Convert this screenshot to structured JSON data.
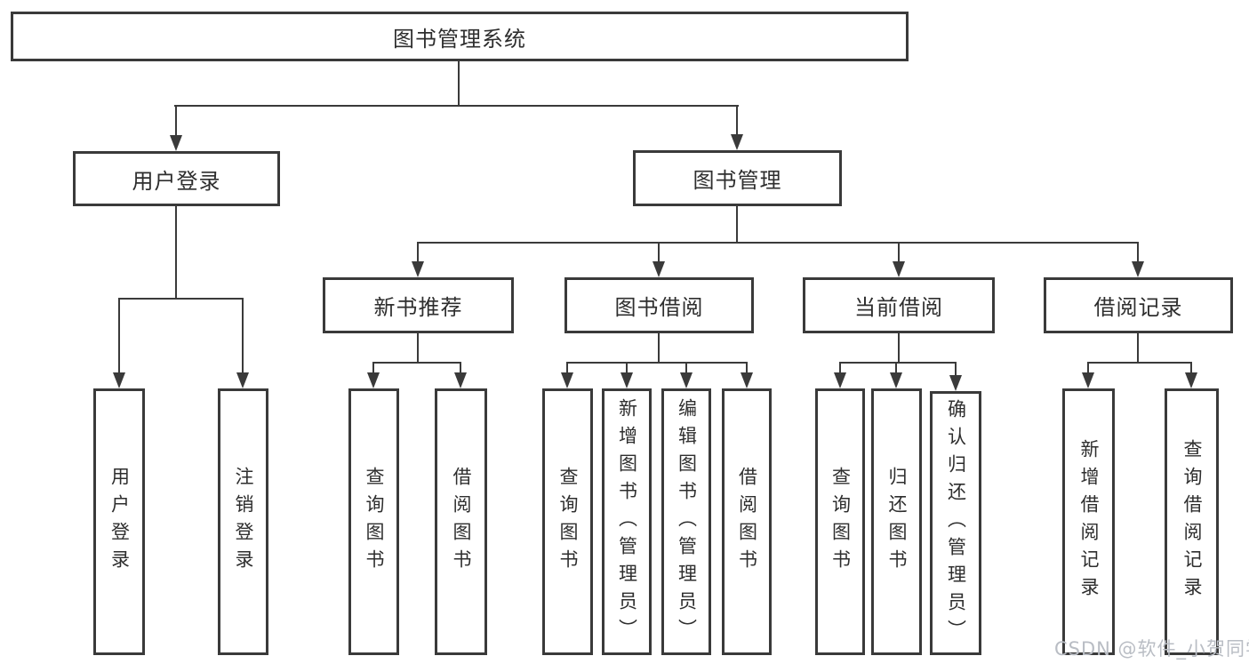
{
  "nodes": {
    "root": "图书管理系统",
    "level2": [
      "用户登录",
      "图书管理"
    ],
    "level3": [
      "新书推荐",
      "图书借阅",
      "当前借阅",
      "借阅记录"
    ],
    "level4": [
      "用户登录",
      "注销登录",
      "查询图书",
      "借阅图书",
      "查询图书",
      "新增图书（管理员）",
      "编辑图书（管理员）",
      "借阅图书",
      "查询图书",
      "归还图书",
      "确认归还（管理员）",
      "新增借阅记录",
      "查询借阅记录"
    ]
  },
  "hierarchy": {
    "图书管理系统": [
      "用户登录",
      "图书管理"
    ],
    "用户登录": [
      "用户登录",
      "注销登录"
    ],
    "图书管理": [
      "新书推荐",
      "图书借阅",
      "当前借阅",
      "借阅记录"
    ],
    "新书推荐": [
      "查询图书",
      "借阅图书"
    ],
    "图书借阅": [
      "查询图书",
      "新增图书（管理员）",
      "编辑图书（管理员）",
      "借阅图书"
    ],
    "当前借阅": [
      "查询图书",
      "归还图书",
      "确认归还（管理员）"
    ],
    "借阅记录": [
      "新增借阅记录",
      "查询借阅记录"
    ]
  },
  "watermark": "CSDN @软件_小贺同学",
  "colors": {
    "line": "#3a3a3a",
    "text": "#2e2e2e",
    "background": "#ffffff",
    "watermark": "#b9bdc4"
  }
}
